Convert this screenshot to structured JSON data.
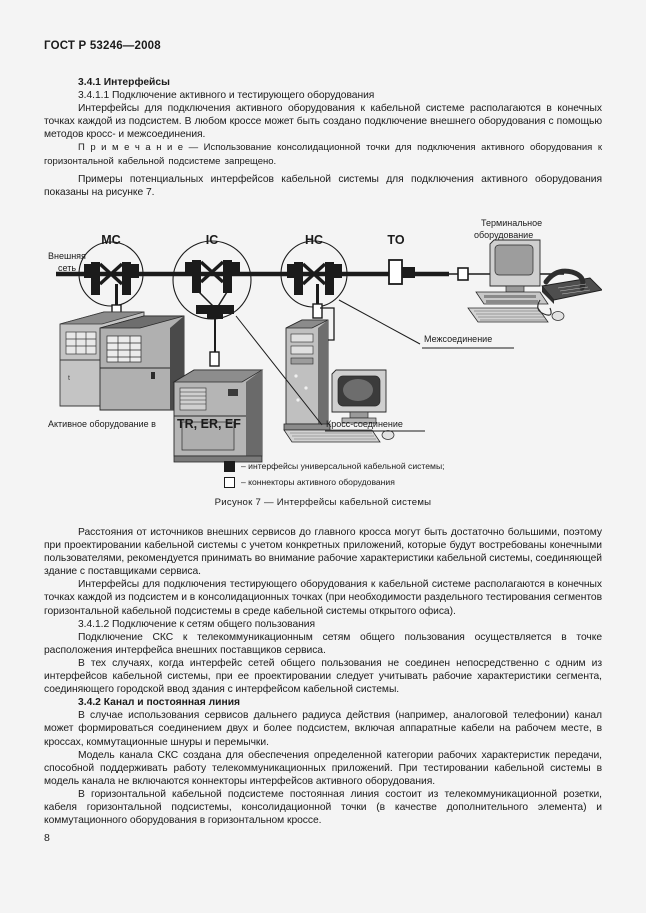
{
  "document": {
    "header": "ГОСТ Р 53246—2008",
    "page_number": "8"
  },
  "sections": {
    "h1": "3.4.1 Интерфейсы",
    "h1_sub": "3.4.1.1 Подключение активного и тестирующего оборудования",
    "p1": "Интерфейсы для подключения активного оборудования к кабельной системе располагаются в конечных точках каждой из подсистем. В любом кроссе может быть создано подключение внешнего оборудования с помощью методов кросс- и межсоединения.",
    "note1": "П р и м е ч а н и е — Использование консолидационной точки для подключения активного оборудования к горизонтальной кабельной подсистеме запрещено.",
    "p2": "Примеры потенциальных интерфейсов кабельной системы для подключения активного оборудования показаны на рисунке 7.",
    "p3": "Расстояния от источников внешних сервисов до главного кросса могут быть достаточно большими, поэтому при проектировании кабельной системы с учетом конкретных приложений, которые будут востребованы конечными пользователями, рекомендуется принимать во внимание рабочие характеристики кабельной системы, соединяющей здание с поставщиками сервиса.",
    "p4": "Интерфейсы для подключения тестирующего оборудования к кабельной системе располагаются в конечных точках каждой из подсистем и в консолидационных точках (при необходимости раздельного тестирования сегментов горизонтальной кабельной подсистемы в среде кабельной системы открытого офиса).",
    "h2_sub": "3.4.1.2 Подключение к сетям общего пользования",
    "p5": "Подключение СКС к телекоммуникационным сетям общего пользования осуществляется в точке расположения интерфейса внешних поставщиков сервиса.",
    "p6": "В тех случаях, когда интерфейс сетей общего пользования не соединен непосредственно с одним из интерфейсов кабельной системы, при ее проектировании следует учитывать рабочие характеристики сегмента, соединяющего городской ввод здания с интерфейсом кабельной системы.",
    "h3": "3.4.2 Канал и постоянная линия",
    "p7": "В случае использования сервисов дальнего радиуса действия (например, аналоговой телефонии) канал может формироваться  соединением двух и более подсистем, включая аппаратные кабели на рабочем месте, в кроссах, коммутационные шнуры и перемычки.",
    "p8": "Модель канала СКС создана для обеспечения определенной категории рабочих характеристик передачи, способной поддерживать работу телекоммуникационных приложений. При тестировании кабельной системы в модель канала не включаются коннекторы интерфейсов активного оборудования.",
    "p9": "В горизонтальной кабельной подсистеме постоянная линия состоит из телекоммуникационной розетки, кабеля горизонтальной подсистемы, консолидационной точки (в качестве дополнительного элемента) и коммутационного оборудования в горизонтальном кроссе."
  },
  "figure": {
    "caption": "Рисунок 7 — Интерфейсы кабельной системы",
    "nodes": [
      {
        "id": "MC",
        "label": "MC"
      },
      {
        "id": "IC",
        "label": "IC"
      },
      {
        "id": "HC",
        "label": "HC"
      },
      {
        "id": "TO",
        "label": "TO"
      }
    ],
    "labels": {
      "external_network": "Внешняя",
      "external_network2": "сеть",
      "terminal_equipment": "Терминальное",
      "terminal_equipment2": "оборудование",
      "interconnect": "Межсоединение",
      "cross_connect": "Кросс-соединение",
      "active_equipment_prefix": "Активное оборудование в ",
      "active_equipment_rooms": "TR, ER, EF"
    },
    "legend": [
      {
        "swatch": "filled",
        "text": "– интерфейсы универсальной кабельной системы;"
      },
      {
        "swatch": "open",
        "text": "– коннекторы активного оборудования"
      }
    ]
  },
  "colors": {
    "page_background": "#f4f4f4",
    "ink": "#1b1b1b",
    "device_grey": "#9a9a9a",
    "device_dark": "#5d5d5d"
  }
}
